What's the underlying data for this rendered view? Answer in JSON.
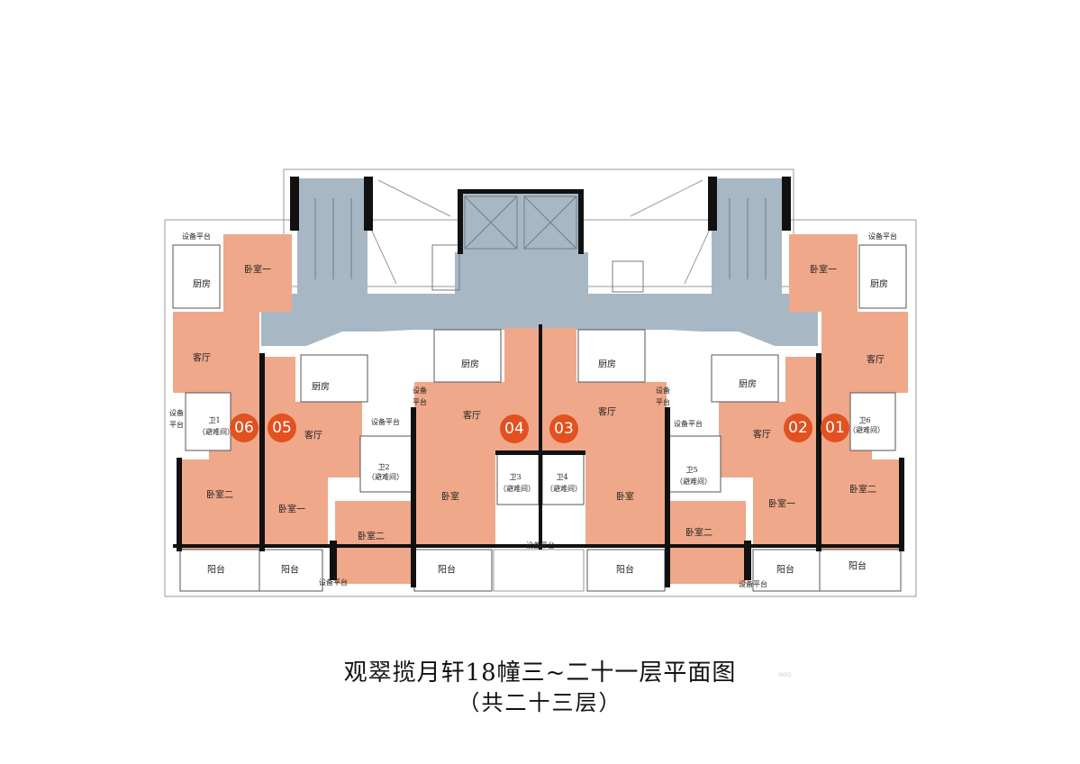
{
  "title_main": "观翠揽月轩18幢三~二十一层平面图",
  "title_sub": "（共二十三层）",
  "watermark": "ooo",
  "colors": {
    "unit": "#EFA88A",
    "core": "#A7B8C4",
    "wall": "#111111",
    "badge": "#E2511F",
    "line": "#9a9a9a"
  },
  "units": [
    {
      "id": "06",
      "number": "06"
    },
    {
      "id": "05",
      "number": "05"
    },
    {
      "id": "04",
      "number": "04"
    },
    {
      "id": "03",
      "number": "03"
    },
    {
      "id": "02",
      "number": "02"
    },
    {
      "id": "01",
      "number": "01"
    }
  ],
  "rooms": {
    "bedroom_1": "卧室一",
    "bedroom_2": "卧室二",
    "bedroom": "卧室",
    "kitchen": "厨房",
    "living": "客厅",
    "balcony": "阳台",
    "equip": "设备平台",
    "equip_a": "设备",
    "equip_b": "平台",
    "wc1": "卫1",
    "wc2": "卫2",
    "wc3": "卫3",
    "wc4": "卫4",
    "wc5": "卫5",
    "wc6": "卫6",
    "refuge": "（避难间）"
  }
}
